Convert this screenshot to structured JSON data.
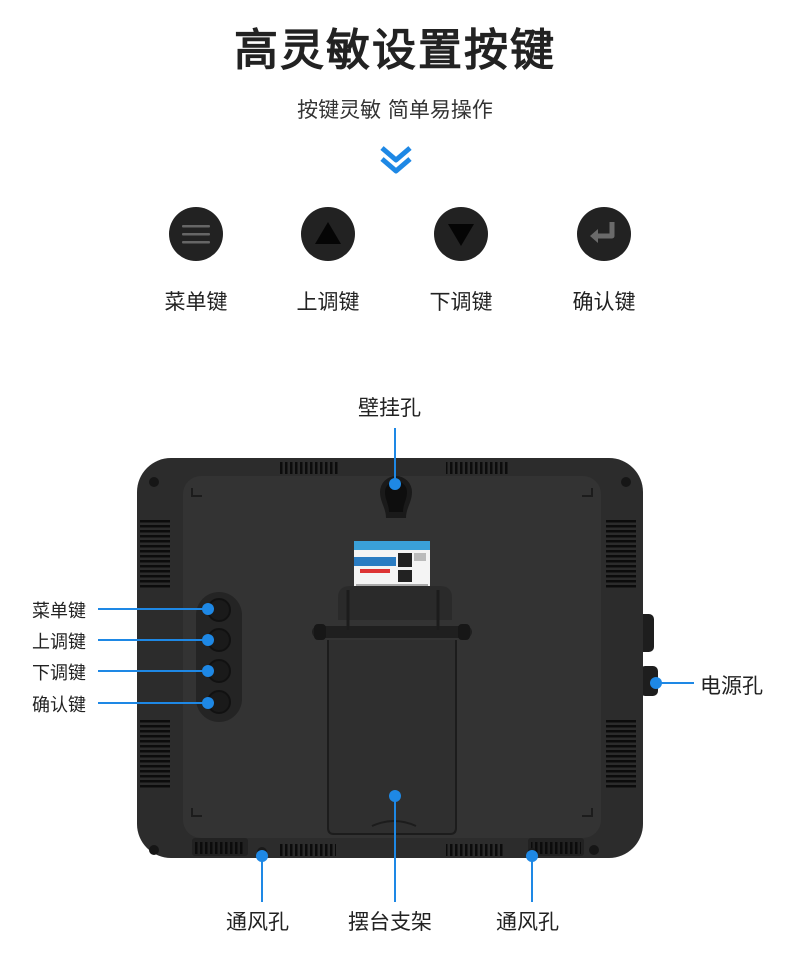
{
  "header": {
    "title": "高灵敏设置按键",
    "subtitle": "按键灵敏 简单易操作"
  },
  "buttons": [
    {
      "icon": "menu-icon",
      "label": "菜单键"
    },
    {
      "icon": "up-triangle-icon",
      "label": "上调键"
    },
    {
      "icon": "down-triangle-icon",
      "label": "下调键"
    },
    {
      "icon": "enter-return-icon",
      "label": "确认键"
    }
  ],
  "callouts": {
    "wall_hole": "壁挂孔",
    "menu": "菜单键",
    "up": "上调键",
    "down": "下调键",
    "confirm": "确认键",
    "power": "电源孔",
    "vent_left": "通风孔",
    "stand": "摆台支架",
    "vent_right": "通风孔"
  },
  "colors": {
    "accent": "#1e88e5",
    "device": "#2b2b2b",
    "icon": "#222222"
  }
}
